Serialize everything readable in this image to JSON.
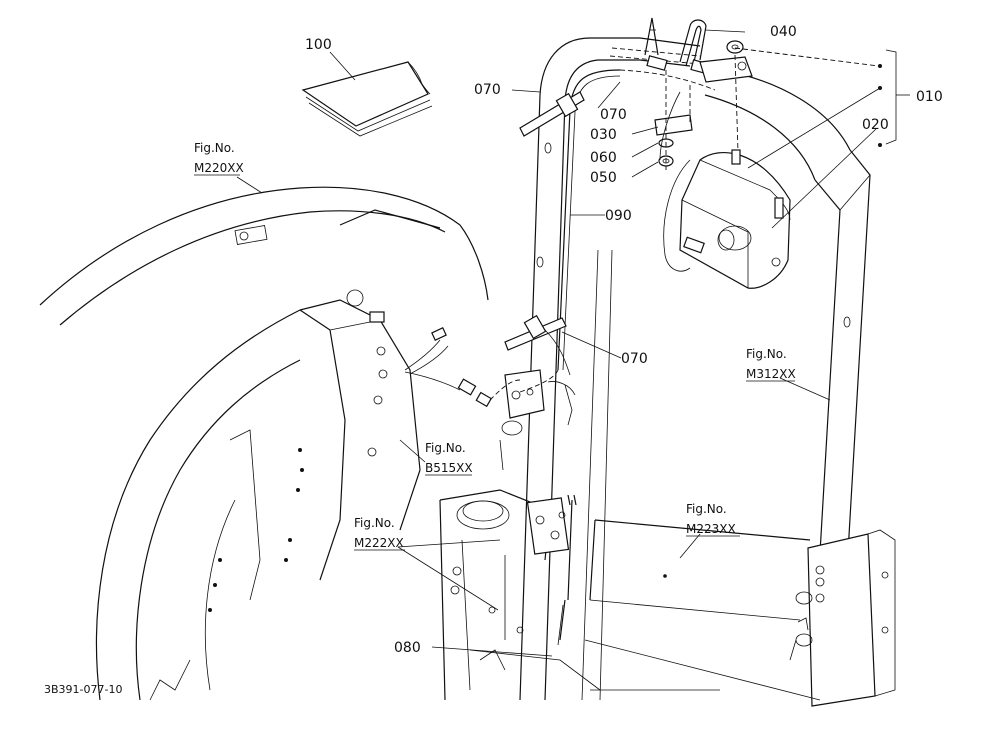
{
  "parts": [
    {
      "id": "p100",
      "label": "100"
    },
    {
      "id": "p040",
      "label": "040"
    },
    {
      "id": "p010",
      "label": "010"
    },
    {
      "id": "p070a",
      "label": "070"
    },
    {
      "id": "p070b",
      "label": "070"
    },
    {
      "id": "p030",
      "label": "030"
    },
    {
      "id": "p020",
      "label": "020"
    },
    {
      "id": "p060",
      "label": "060"
    },
    {
      "id": "p050",
      "label": "050"
    },
    {
      "id": "p090",
      "label": "090"
    },
    {
      "id": "p070c",
      "label": "070"
    },
    {
      "id": "p080",
      "label": "080"
    }
  ],
  "figure_refs": [
    {
      "id": "m220",
      "title": "Fig.No.",
      "code": "M220XX"
    },
    {
      "id": "m312",
      "title": "Fig.No.",
      "code": "M312XX"
    },
    {
      "id": "b515",
      "title": "Fig.No.",
      "code": "B515XX"
    },
    {
      "id": "m222",
      "title": "Fig.No.",
      "code": "M222XX"
    },
    {
      "id": "m223",
      "title": "Fig.No.",
      "code": "M223XX"
    }
  ],
  "drawing_code": "3B391-077-10"
}
